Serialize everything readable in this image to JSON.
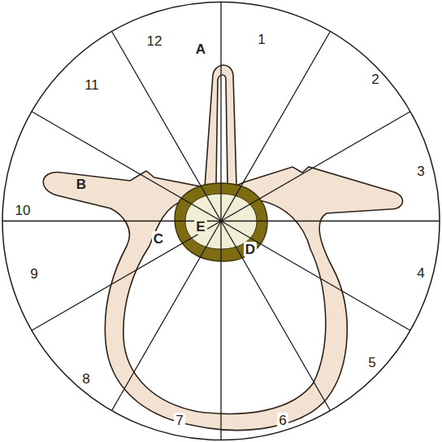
{
  "diagram": {
    "labels": [
      "12",
      "1",
      "2",
      "3",
      "4",
      "5",
      "6",
      "7",
      "8",
      "9",
      "10",
      "11",
      "A",
      "B",
      "C",
      "D",
      "E"
    ]
  }
}
